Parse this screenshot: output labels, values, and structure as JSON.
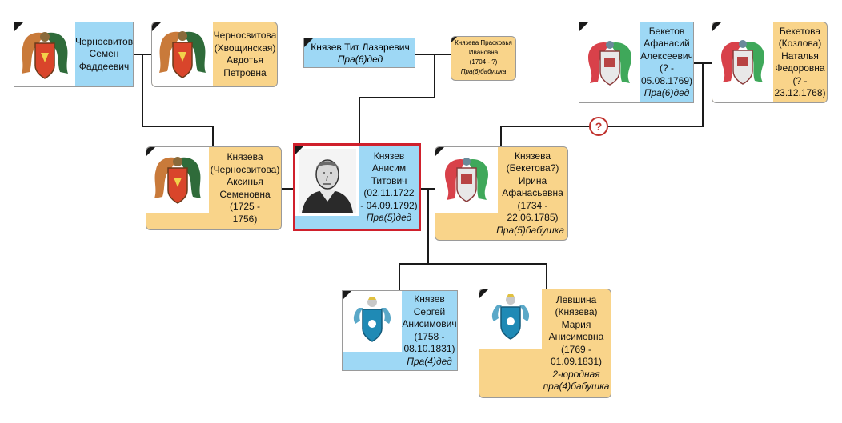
{
  "persons": {
    "semen": {
      "lines": [
        "Черносвитов",
        "Семен",
        "Фаддеевич"
      ]
    },
    "avdotya": {
      "lines": [
        "Черносвитова",
        "(Хвощинская)",
        "Авдотья",
        "Петровна"
      ]
    },
    "tit": {
      "name": "Князев Тит Лазаревич",
      "relation": "Пра(6)дед"
    },
    "praskovya": {
      "lines": [
        "Князева Прасковья",
        "Ивановна",
        "(1704 - ?)"
      ],
      "relation": "Пра(6)бабушка"
    },
    "afanasy": {
      "lines": [
        "Бекетов",
        "Афанасий",
        "Алексеевич",
        "(? -",
        "05.08.1769)"
      ],
      "relation": "Пра(6)дед"
    },
    "natalya": {
      "lines": [
        "Бекетова",
        "(Козлова)",
        "Наталья",
        "Федоровна",
        "(? -",
        "23.12.1768)"
      ]
    },
    "aksinya": {
      "lines": [
        "Князева",
        "(Черносвитова)",
        "Аксинья",
        "Семеновна",
        "(1725 -",
        "1756)"
      ]
    },
    "anisim": {
      "lines": [
        "Князев",
        "Анисим",
        "Титович",
        "(02.11.1722",
        "- 04.09.1792)"
      ],
      "relation": "Пра(5)дед"
    },
    "irina": {
      "lines": [
        "Князева",
        "(Бекетова?)",
        "Ирина",
        "Афанасьевна",
        "(1734 -",
        "22.06.1785)"
      ],
      "relation": "Пра(5)бабушка"
    },
    "sergey": {
      "lines": [
        "Князев",
        "Сергей",
        "Анисимович",
        "(1758 -",
        "08.10.1831)"
      ],
      "relation": "Пра(4)дед"
    },
    "maria": {
      "lines": [
        "Левшина",
        "(Князева)",
        "Мария",
        "Анисимовна",
        "(1769 -",
        "01.09.1831)"
      ],
      "relation_lines": [
        "2-юродная",
        "пра(4)бабушка"
      ]
    }
  },
  "uncertain_marker": "?",
  "colors": {
    "male_bg": "#9ed8f5",
    "female_bg": "#f9d48a",
    "focus_border": "#d0202c",
    "line": "#1a1a1a",
    "question_mark": "#c0302c"
  },
  "icons": {
    "coat_of_arms_chernosvitov": "coat-of-arms-icon",
    "coat_of_arms_beketov": "coat-of-arms-icon",
    "coat_of_arms_knyazev": "coat-of-arms-icon",
    "portrait": "portrait-icon"
  }
}
